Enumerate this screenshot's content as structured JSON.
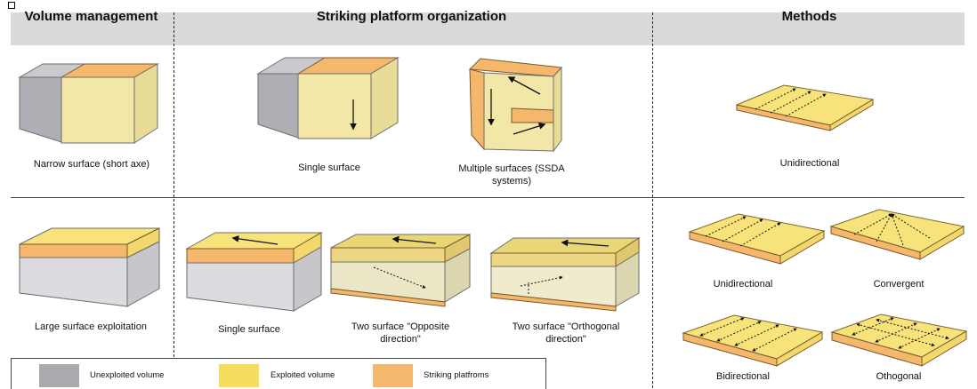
{
  "headers": {
    "volume": "Volume management",
    "striking": "Striking platform organization",
    "methods": "Methods"
  },
  "captions": {
    "narrow": "Narrow surface (short axe)",
    "single_top": "Single surface",
    "multiple_l1": "Multiple surfaces (SSDA",
    "multiple_l2": "systems)",
    "unidirectional_top": "Unidirectional",
    "large": "Large surface exploitation",
    "single_bottom": "Single surface",
    "opposite_l1": "Two surface \"Opposite",
    "opposite_l2": "direction\"",
    "orthogonal_l1": "Two surface \"Orthogonal",
    "orthogonal_l2": "direction\"",
    "unidirectional": "Unidirectional",
    "convergent": "Convergent",
    "bidirectional": "Bidirectional",
    "othogonal": "Othogonal"
  },
  "legend": {
    "unexploited": "Unexploited volume",
    "exploited": "Exploited volume",
    "platforms": "Striking platfroms"
  },
  "colors": {
    "unexploited": "#a9a9ae",
    "exploited": "#f7dd5e",
    "platforms": "#f4b76c",
    "header_bg": "#d9d9d9"
  }
}
